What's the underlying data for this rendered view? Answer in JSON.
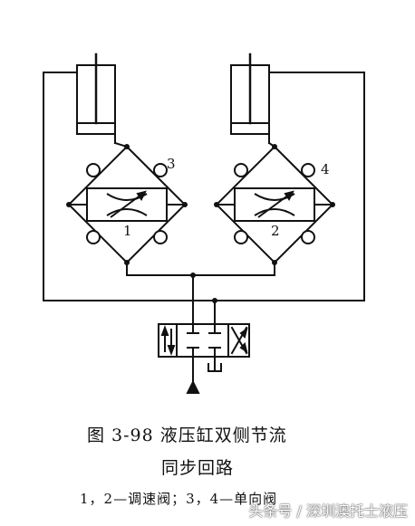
{
  "figure": {
    "caption_main": "图 3-98   液压缸双侧节流",
    "caption_sub": "同步回路",
    "legend": "1，2—调速阀；3，4—单向阀"
  },
  "labels": {
    "valve_1": "1",
    "valve_2": "2",
    "check_3": "3",
    "check_4": "4"
  },
  "watermark": "头条号 / 深圳澳托士液压"
}
